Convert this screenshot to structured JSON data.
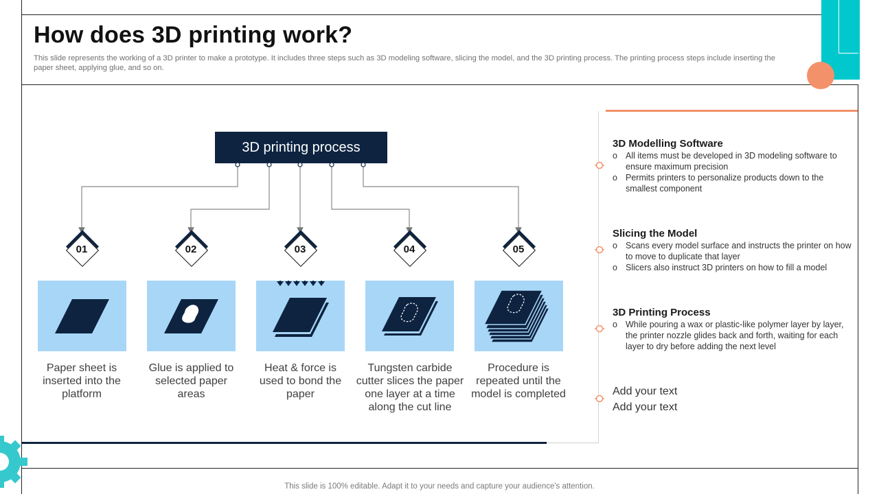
{
  "header": {
    "title": "How does 3D printing work?",
    "subtitle": "This slide represents the working of a 3D printer to make a prototype. It includes three steps such as 3D modeling software, slicing the model, and the 3D printing process. The printing process steps include inserting the paper sheet, applying glue, and so on."
  },
  "diagram": {
    "root_label": "3D printing process",
    "steps": [
      {
        "number": "01",
        "caption": "Paper sheet is inserted into the platform",
        "icon": "paper-sheet-icon"
      },
      {
        "number": "02",
        "caption": "Glue is applied to selected paper areas",
        "icon": "glue-sheet-icon"
      },
      {
        "number": "03",
        "caption": "Heat & force is used to bond the paper",
        "icon": "heat-press-icon"
      },
      {
        "number": "04",
        "caption": "Tungsten carbide cutter slices the paper one layer at a time along the cut line",
        "icon": "cut-layer-icon"
      },
      {
        "number": "05",
        "caption": "Procedure is repeated until the model is completed",
        "icon": "stacked-layers-icon"
      }
    ]
  },
  "sidebar": {
    "sections": [
      {
        "title": "3D Modelling Software",
        "bullets": [
          "All items must be developed in 3D modeling software to ensure maximum precision",
          "Permits printers to personalize products down to the smallest component"
        ]
      },
      {
        "title": "Slicing the Model",
        "bullets": [
          "Scans every model surface and instructs the printer on how to move to duplicate that layer",
          "Slicers also instruct 3D printers on how to fill a model"
        ]
      },
      {
        "title": "3D Printing Process",
        "bullets": [
          "While pouring a wax or plastic-like polymer layer by layer, the printer nozzle glides back and forth, waiting for each layer to dry before adding the next level"
        ]
      }
    ],
    "add_text": [
      "Add your text",
      "Add your text"
    ],
    "bullet_mark": "o"
  },
  "footer": {
    "text": "This slide is 100% editable. Adapt it to your needs and capture your audience's attention."
  },
  "colors": {
    "navy": "#0d2340",
    "tile": "#a8d6f7",
    "accent_orange": "#f3916a",
    "accent_teal": "#00c8cc"
  }
}
